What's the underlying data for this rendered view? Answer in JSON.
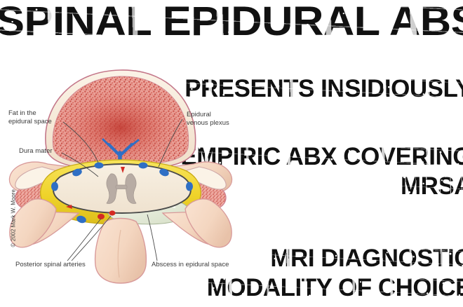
{
  "headline": {
    "text": "SPINAL EPIDURAL ABSCESS",
    "clipped_left": true,
    "clipped_right": true,
    "color": "#111111"
  },
  "teaching_points": [
    {
      "id": "insidious",
      "lines": [
        "PRESENTS INSIDIOUSLY"
      ]
    },
    {
      "id": "antibiotics",
      "lines": [
        "EMPIRIC ABX COVERING",
        "MRSA"
      ]
    },
    {
      "id": "imaging",
      "lines": [
        "MRI DIAGNOSTIC",
        "MODALITY OF CHOICE"
      ]
    }
  ],
  "figure": {
    "title": "axial-vertebra-cross-section",
    "labels": {
      "fat": "Fat in the\nepidural space",
      "fat_line1": "Fat in the",
      "fat_line2": "epidural space",
      "dura": "Dura mater",
      "venous_line1": "Epidural",
      "venous_line2": "venous plexus",
      "arteries": "Posterior spinal arteries",
      "abscess": "Abscess in epidural space"
    },
    "colors": {
      "cortical_bone": "#f3e6d6",
      "trabecular_bone": "#e79a92",
      "trabecular_speckle": "#c94a45",
      "bone_outline": "#c4788a",
      "epidural_fat": "#f0d735",
      "dural_sac": "#f5ebdc",
      "spinal_cord_grey": "#b8aca4",
      "venous_plexus": "#2f6fc4",
      "artery": "#d42a22",
      "abscess": "#e9eee0",
      "process_flesh": "#f6dcc8",
      "leader_line": "#4a4a4a"
    }
  },
  "copyright": "© 2002 Mark W. Moore"
}
